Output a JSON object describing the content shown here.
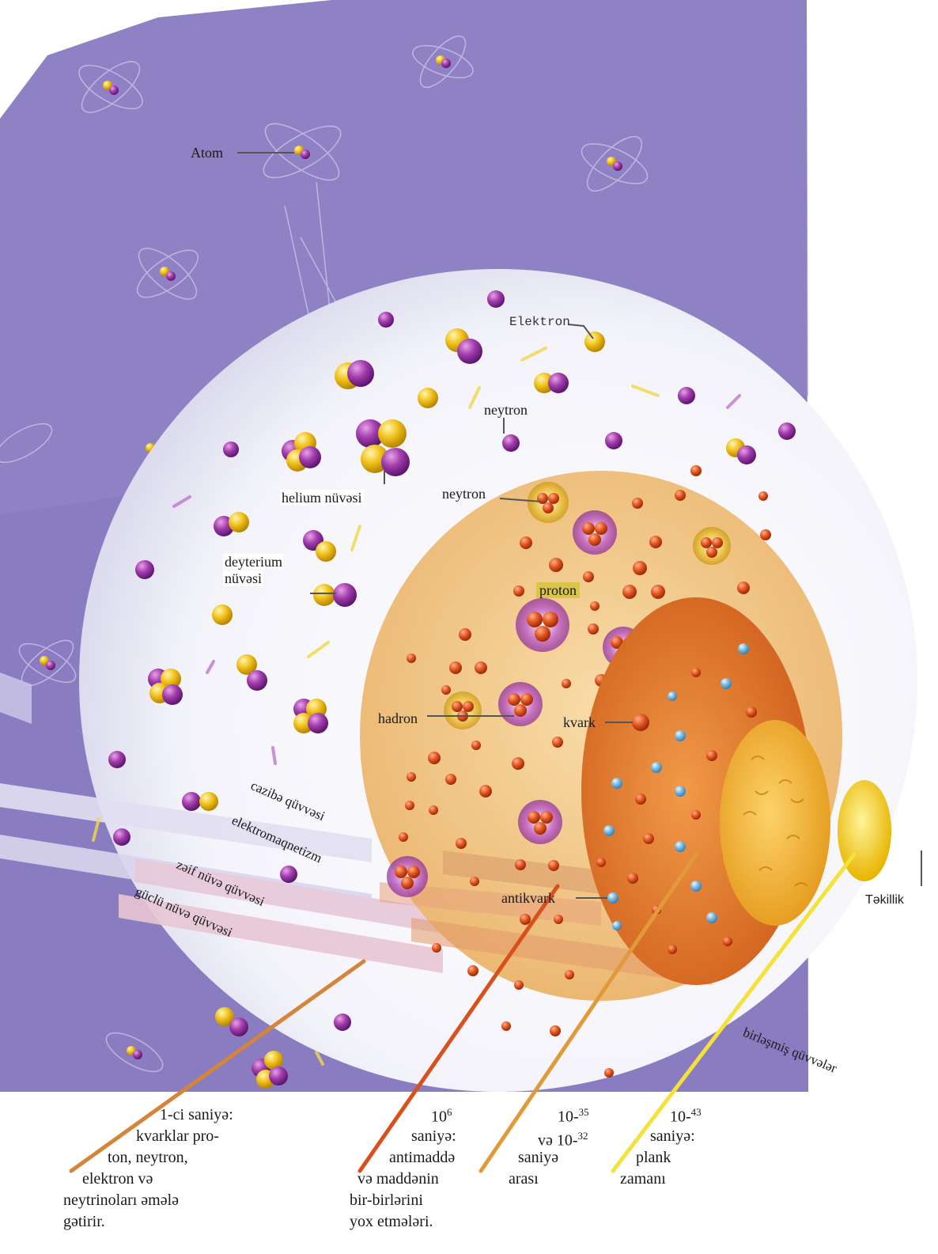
{
  "labels": {
    "atom": "Atom",
    "electron": "Elektron",
    "neutron_top": "neytron",
    "helium": "helium nüvəsi",
    "neutron_mid": "neytron",
    "deuterium_line1": "deyterium",
    "deuterium_line2": "nüvəsi",
    "proton": "proton",
    "hadron": "hadron",
    "quark": "kvark",
    "antiquark": "antikvark",
    "singularity": "Təkillik"
  },
  "forces": {
    "gravity": "cazibə qüvvəsi",
    "electromagnetism": "elektromaqnetizm",
    "weak": "zəif nüvə qüvvəsi",
    "strong": "güclü nüvə qüvvəsi",
    "unified": "birləşmiş qüvvələr"
  },
  "captions": {
    "first_second": [
      "1-ci saniyə:",
      "kvarklar pro-",
      "ton, neytron,",
      "elektron və",
      "neytrinoları əmələ",
      "gətirir."
    ],
    "annihilation": {
      "base": "10",
      "exp": "6",
      "lines": [
        "saniyə:",
        "antimaddə",
        "və maddənin",
        "bir-birlərini",
        "yox etmələri."
      ]
    },
    "inflation": {
      "base1": "10-",
      "exp1": "35",
      "base2": "və 10-",
      "exp2": "32",
      "lines": [
        "saniyə",
        "arası"
      ]
    },
    "planck": {
      "base": "10-",
      "exp": "43",
      "lines": [
        "saniyə:",
        "plank",
        "zamanı"
      ]
    }
  },
  "colors": {
    "background_purple": "#8a7cc0",
    "white_disc": "#f4f4fb",
    "hadron_disc": "#f2c98a",
    "quark_disc": "#e07a2a",
    "core_disc": "#f3b23a",
    "singularity": "#f7d21c",
    "proton_purple": "#a23cab",
    "neutron_yellow": "#f0c21c",
    "quark_orange": "#e0521c",
    "antiquark_blue": "#7ab9e0"
  }
}
